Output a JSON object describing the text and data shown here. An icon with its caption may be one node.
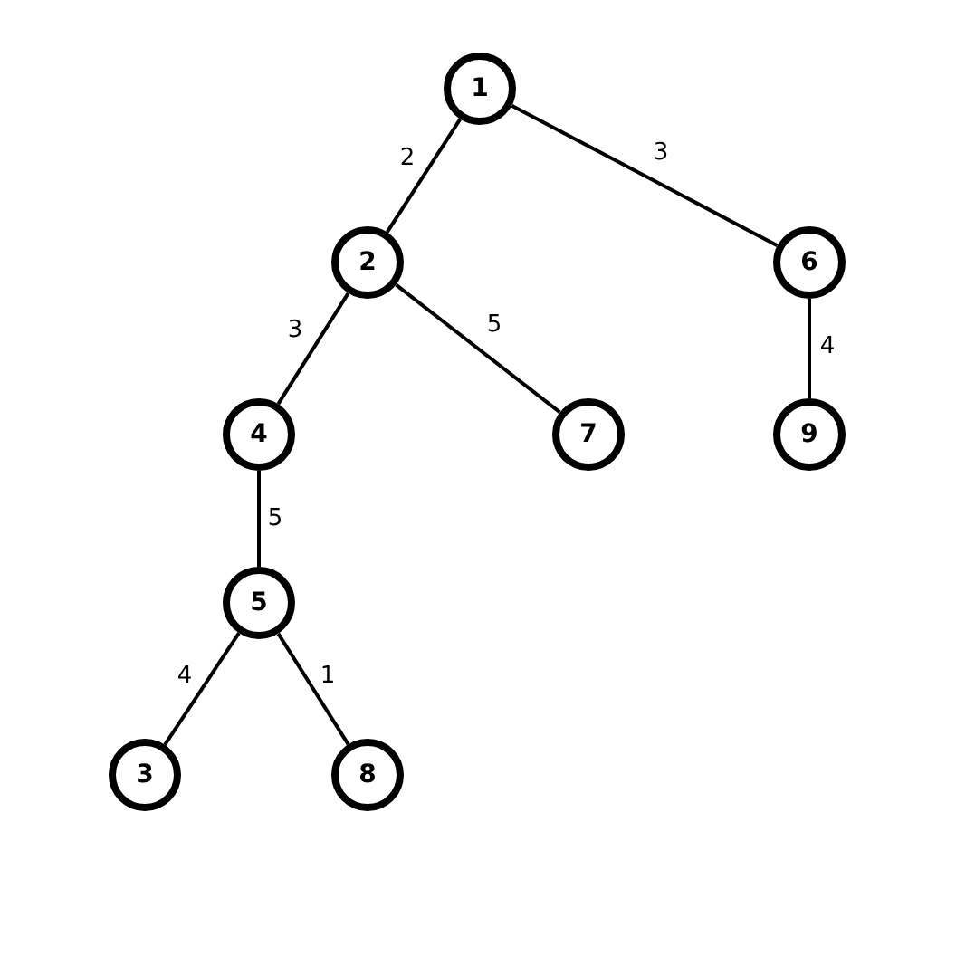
{
  "diagram": {
    "nodes": [
      {
        "text": [
          "1"
        ]
      },
      {
        "text": [
          "2"
        ]
      },
      {
        "text": [
          "6"
        ]
      },
      {
        "text": [
          "4"
        ]
      },
      {
        "text": [
          "7"
        ]
      },
      {
        "text": [
          "9"
        ]
      },
      {
        "text": [
          "5"
        ]
      },
      {
        "text": [
          "3"
        ]
      },
      {
        "text": [
          "8"
        ]
      }
    ],
    "edges": [
      {
        "from": 0,
        "to": 1,
        "arrow": "none",
        "label": "2"
      },
      {
        "from": 0,
        "to": 2,
        "arrow": "none",
        "label": "3"
      },
      {
        "from": 1,
        "to": 3,
        "arrow": "none",
        "label": "3"
      },
      {
        "from": 1,
        "to": 4,
        "arrow": "none",
        "label": "5"
      },
      {
        "from": 2,
        "to": 5,
        "arrow": "none",
        "label": "4"
      },
      {
        "from": 3,
        "to": 6,
        "arrow": "none",
        "label": "5"
      },
      {
        "from": 6,
        "to": 7,
        "arrow": "none",
        "label": "4"
      },
      {
        "from": 6,
        "to": 8,
        "arrow": "none",
        "label": "1"
      }
    ]
  }
}
